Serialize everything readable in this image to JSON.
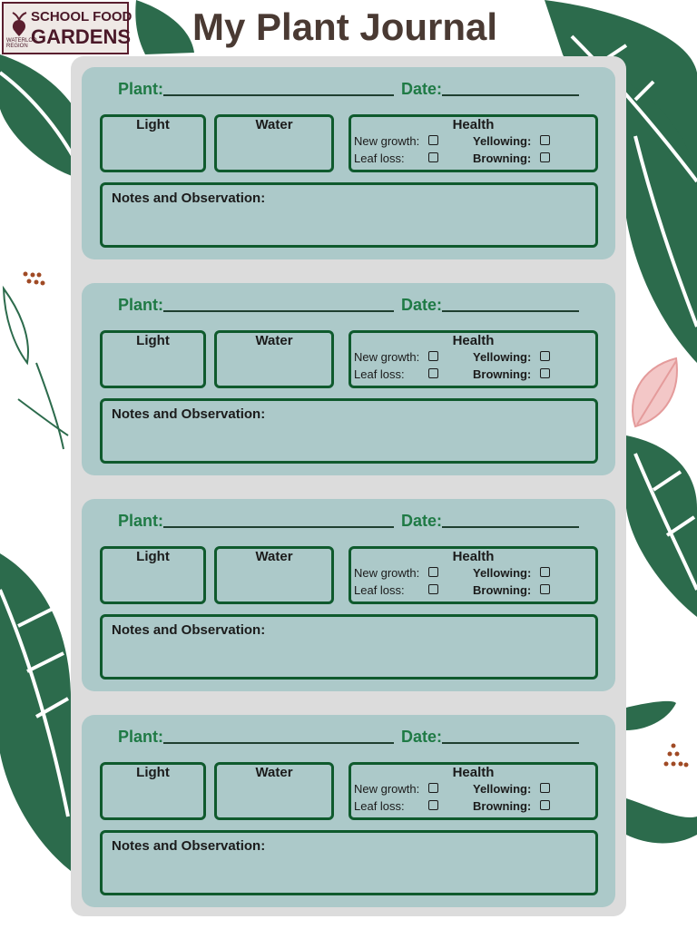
{
  "logo": {
    "line1": "SCHOOL FOOD",
    "line2": "GARDENS",
    "sub": "WATERLOO REGION"
  },
  "title": "My Plant Journal",
  "entry": {
    "plant_label": "Plant:",
    "date_label": "Date:",
    "light_label": "Light",
    "water_label": "Water",
    "health_label": "Health",
    "new_growth": "New growth:",
    "leaf_loss": "Leaf loss:",
    "yellowing": "Yellowing:",
    "browning": "Browning:",
    "notes_label": "Notes and Observation:"
  },
  "entry_count": 4,
  "colors": {
    "leaf_dark": "#2c6b4c",
    "card": "#acc9c9",
    "frame": "#dcdcdc",
    "box_border": "#0f5a2d",
    "label_green": "#1f7a45",
    "title": "#4a3a33",
    "logo_maroon": "#4a1828",
    "accent_dots": "#a04a25",
    "pink_leaf": "#f3c7c7"
  }
}
